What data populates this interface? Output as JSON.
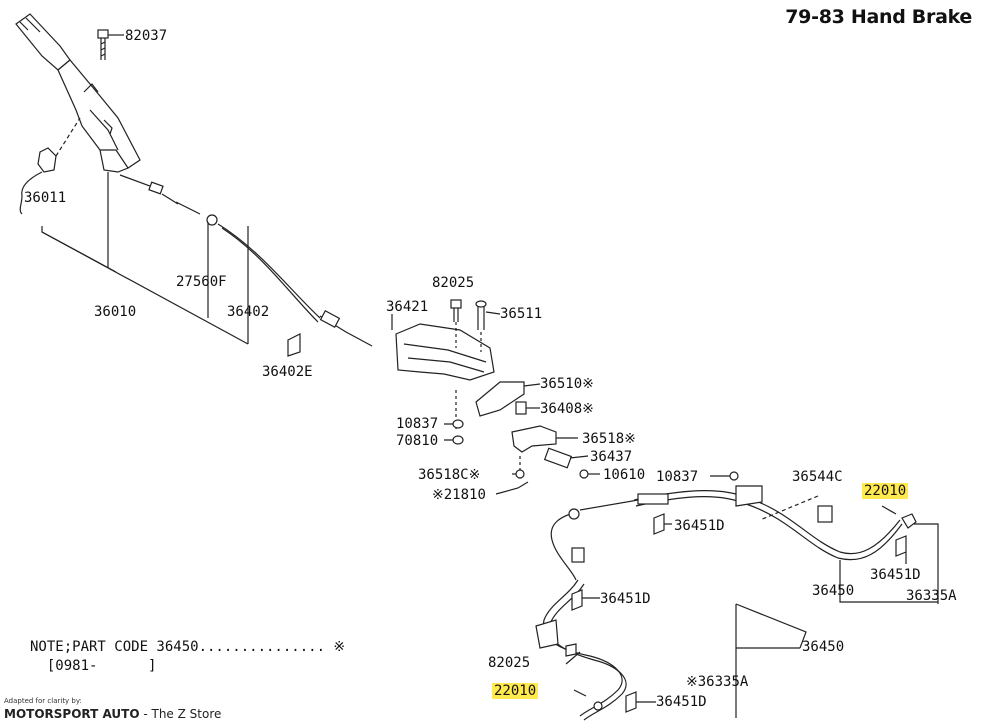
{
  "title": "79-83 Hand Brake",
  "parts": {
    "p82037": "82037",
    "p36011": "36011",
    "p36010": "36010",
    "p27560F": "27560F",
    "p36402": "36402",
    "p36402E": "36402E",
    "p82025a": "82025",
    "p36421": "36421",
    "p36511": "36511",
    "p36510": "36510※",
    "p36408": "36408※",
    "p10837a": "10837",
    "p70810": "70810",
    "p36518": "36518※",
    "p36437": "36437",
    "p10610": "10610",
    "p36518C": "36518C※",
    "p21810": "※21810",
    "p10837b": "10837",
    "p36544C": "36544C",
    "p22010a": "22010",
    "p36451Da": "36451D",
    "p36451Db": "36451D",
    "p36451Dc": "36451D",
    "p36451Dd": "36451D",
    "p36450a": "36450",
    "p36335A": "36335A",
    "p36450b": "36450",
    "p82025b": "82025",
    "p36335Ab": "※36335A",
    "p22010b": "22010"
  },
  "note": {
    "line1": "NOTE;PART CODE 36450............... ※",
    "line2": "  [0981-      ]"
  },
  "credit": {
    "small": "Adapted for clarity by:",
    "brand": "MOTORSPORT AUTO",
    "suffix": " - The Z Store"
  },
  "highlight_color": "#ffe94d"
}
